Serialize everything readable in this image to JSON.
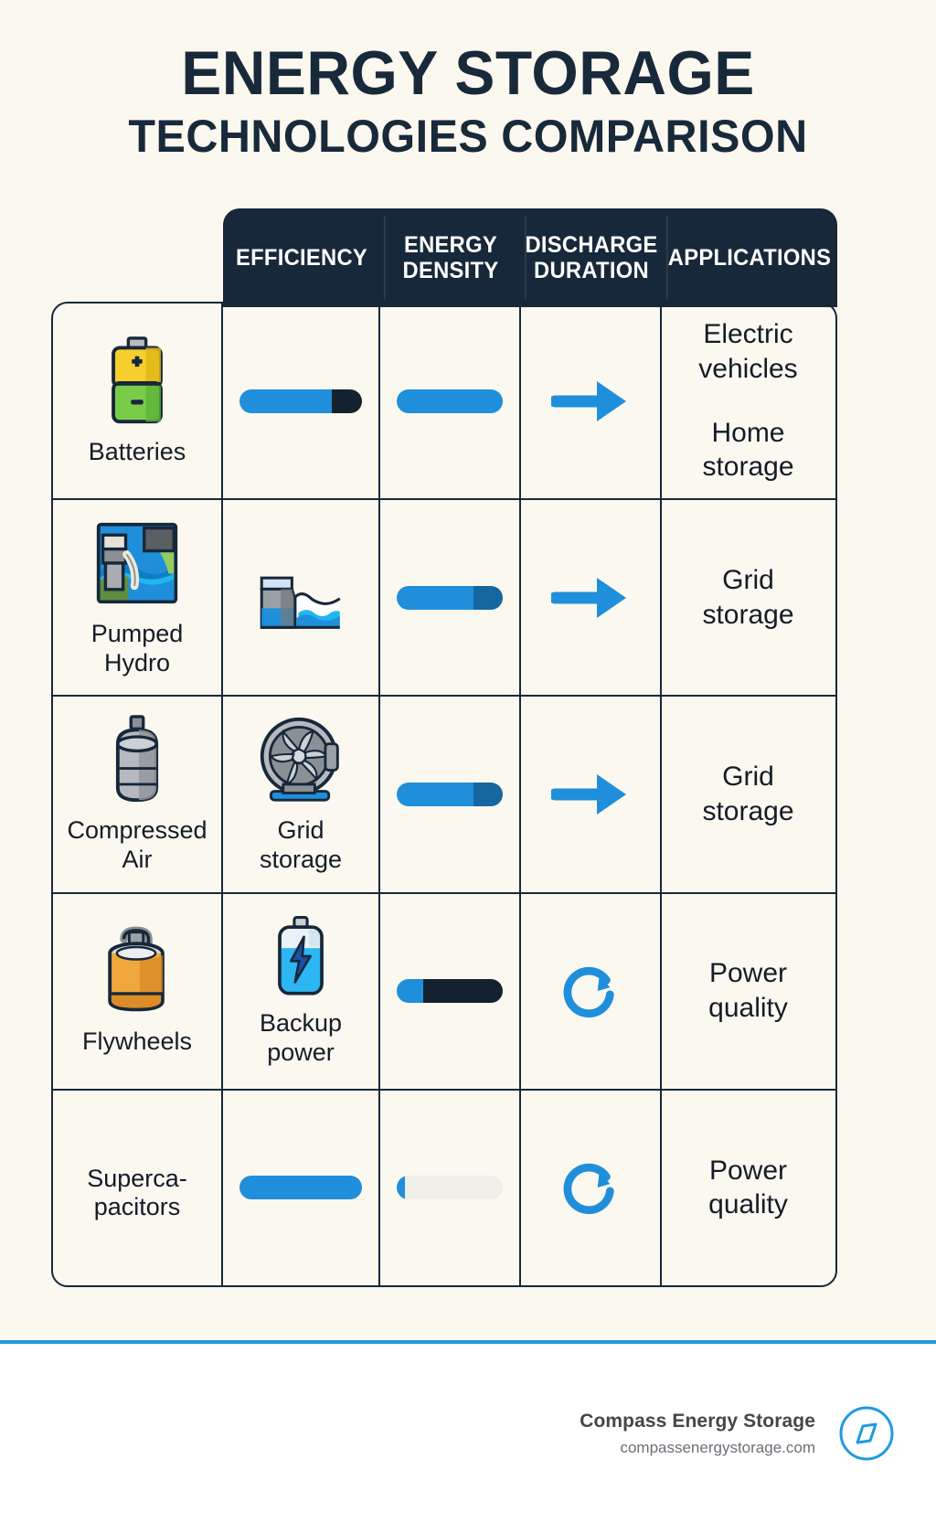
{
  "title": {
    "line1": "ENERGY STORAGE",
    "line2": "TECHNOLOGIES COMPARISON"
  },
  "colors": {
    "background": "#fbf8f0",
    "ink": "#17283a",
    "accent_blue": "#1f8fdb",
    "deep_blue": "#1667a0",
    "dark_bar": "#14222f",
    "track": "#f0eee8",
    "footer_rule": "#1f9be0"
  },
  "table": {
    "headers": [
      {
        "label": "EFFICIENCY",
        "name": "efficiency"
      },
      {
        "label": "ENERGY\nDENSITY",
        "name": "energy-density"
      },
      {
        "label": "DISCHARGE\nDURATION",
        "name": "discharge-duration"
      },
      {
        "label": "APPLICATIONS",
        "name": "applications"
      }
    ],
    "rows": [
      {
        "technology": "Batteries",
        "technology_icon": "battery-icon",
        "efficiency": {
          "type": "bar",
          "blue_pct": 75,
          "dark_pct": 25,
          "track_pct": 0
        },
        "energy_density": {
          "type": "bar",
          "blue_pct": 100,
          "deep_pct": 0,
          "track_pct": 0
        },
        "discharge": {
          "type": "arrow",
          "icon": "arrow-right-icon"
        },
        "applications": [
          "Electric vehicles",
          "Home storage"
        ]
      },
      {
        "technology": "Pumped Hydro",
        "technology_icon": "pumped-hydro-icon",
        "efficiency": {
          "type": "icon",
          "icon": "dam-icon"
        },
        "energy_density": {
          "type": "bar",
          "blue_pct": 72,
          "deep_pct": 28,
          "track_pct": 0
        },
        "discharge": {
          "type": "arrow",
          "icon": "arrow-right-icon"
        },
        "applications": [
          "Grid storage"
        ]
      },
      {
        "technology": "Compressed Air",
        "technology_icon": "gas-cylinder-icon",
        "efficiency": {
          "type": "icon-label",
          "icon": "turbine-icon",
          "label": "Grid storage"
        },
        "energy_density": {
          "type": "bar",
          "blue_pct": 72,
          "deep_pct": 28,
          "track_pct": 0
        },
        "discharge": {
          "type": "arrow",
          "icon": "arrow-right-icon"
        },
        "applications": [
          "Grid storage"
        ]
      },
      {
        "technology": "Flywheels",
        "technology_icon": "flywheel-drum-icon",
        "efficiency": {
          "type": "icon-label",
          "icon": "charged-battery-icon",
          "label": "Backup power"
        },
        "energy_density": {
          "type": "bar",
          "blue_pct": 25,
          "dark_pct": 75,
          "track_pct": 0
        },
        "discharge": {
          "type": "refresh",
          "icon": "refresh-cycle-icon"
        },
        "applications": [
          "Power quality"
        ]
      },
      {
        "technology": "Supercapacitors",
        "technology_icon": "",
        "efficiency": {
          "type": "bar",
          "blue_pct": 100,
          "dark_pct": 0,
          "track_pct": 0
        },
        "energy_density": {
          "type": "bar",
          "blue_pct": 8,
          "track_pct": 92
        },
        "discharge": {
          "type": "refresh",
          "icon": "refresh-cycle-icon"
        },
        "applications": [
          "Power quality"
        ]
      }
    ],
    "row_labels": {
      "batteries": "Batteries",
      "pumped_hydro_l1": "Pumped",
      "pumped_hydro_l2": "Hydro",
      "compressed_air_l1": "Compressed",
      "compressed_air_l2": "Air",
      "grid_storage_l1": "Grid",
      "grid_storage_l2": "storage",
      "flywheels": "Flywheels",
      "backup_l1": "Backup",
      "backup_l2": "power",
      "supercap_l1": "Superca-",
      "supercap_l2": "pacitors"
    },
    "app_labels": {
      "electric_l1": "Electric",
      "electric_l2": "vehicles",
      "home_l1": "Home",
      "home_l2": "storage",
      "grid_l1": "Grid",
      "grid_l2": "storage",
      "power_l1": "Power",
      "power_l2": "quality"
    }
  },
  "footer": {
    "brand": "Compass Energy Storage",
    "url": "compassenergystorage.com",
    "logo": "compass-logo-icon"
  }
}
